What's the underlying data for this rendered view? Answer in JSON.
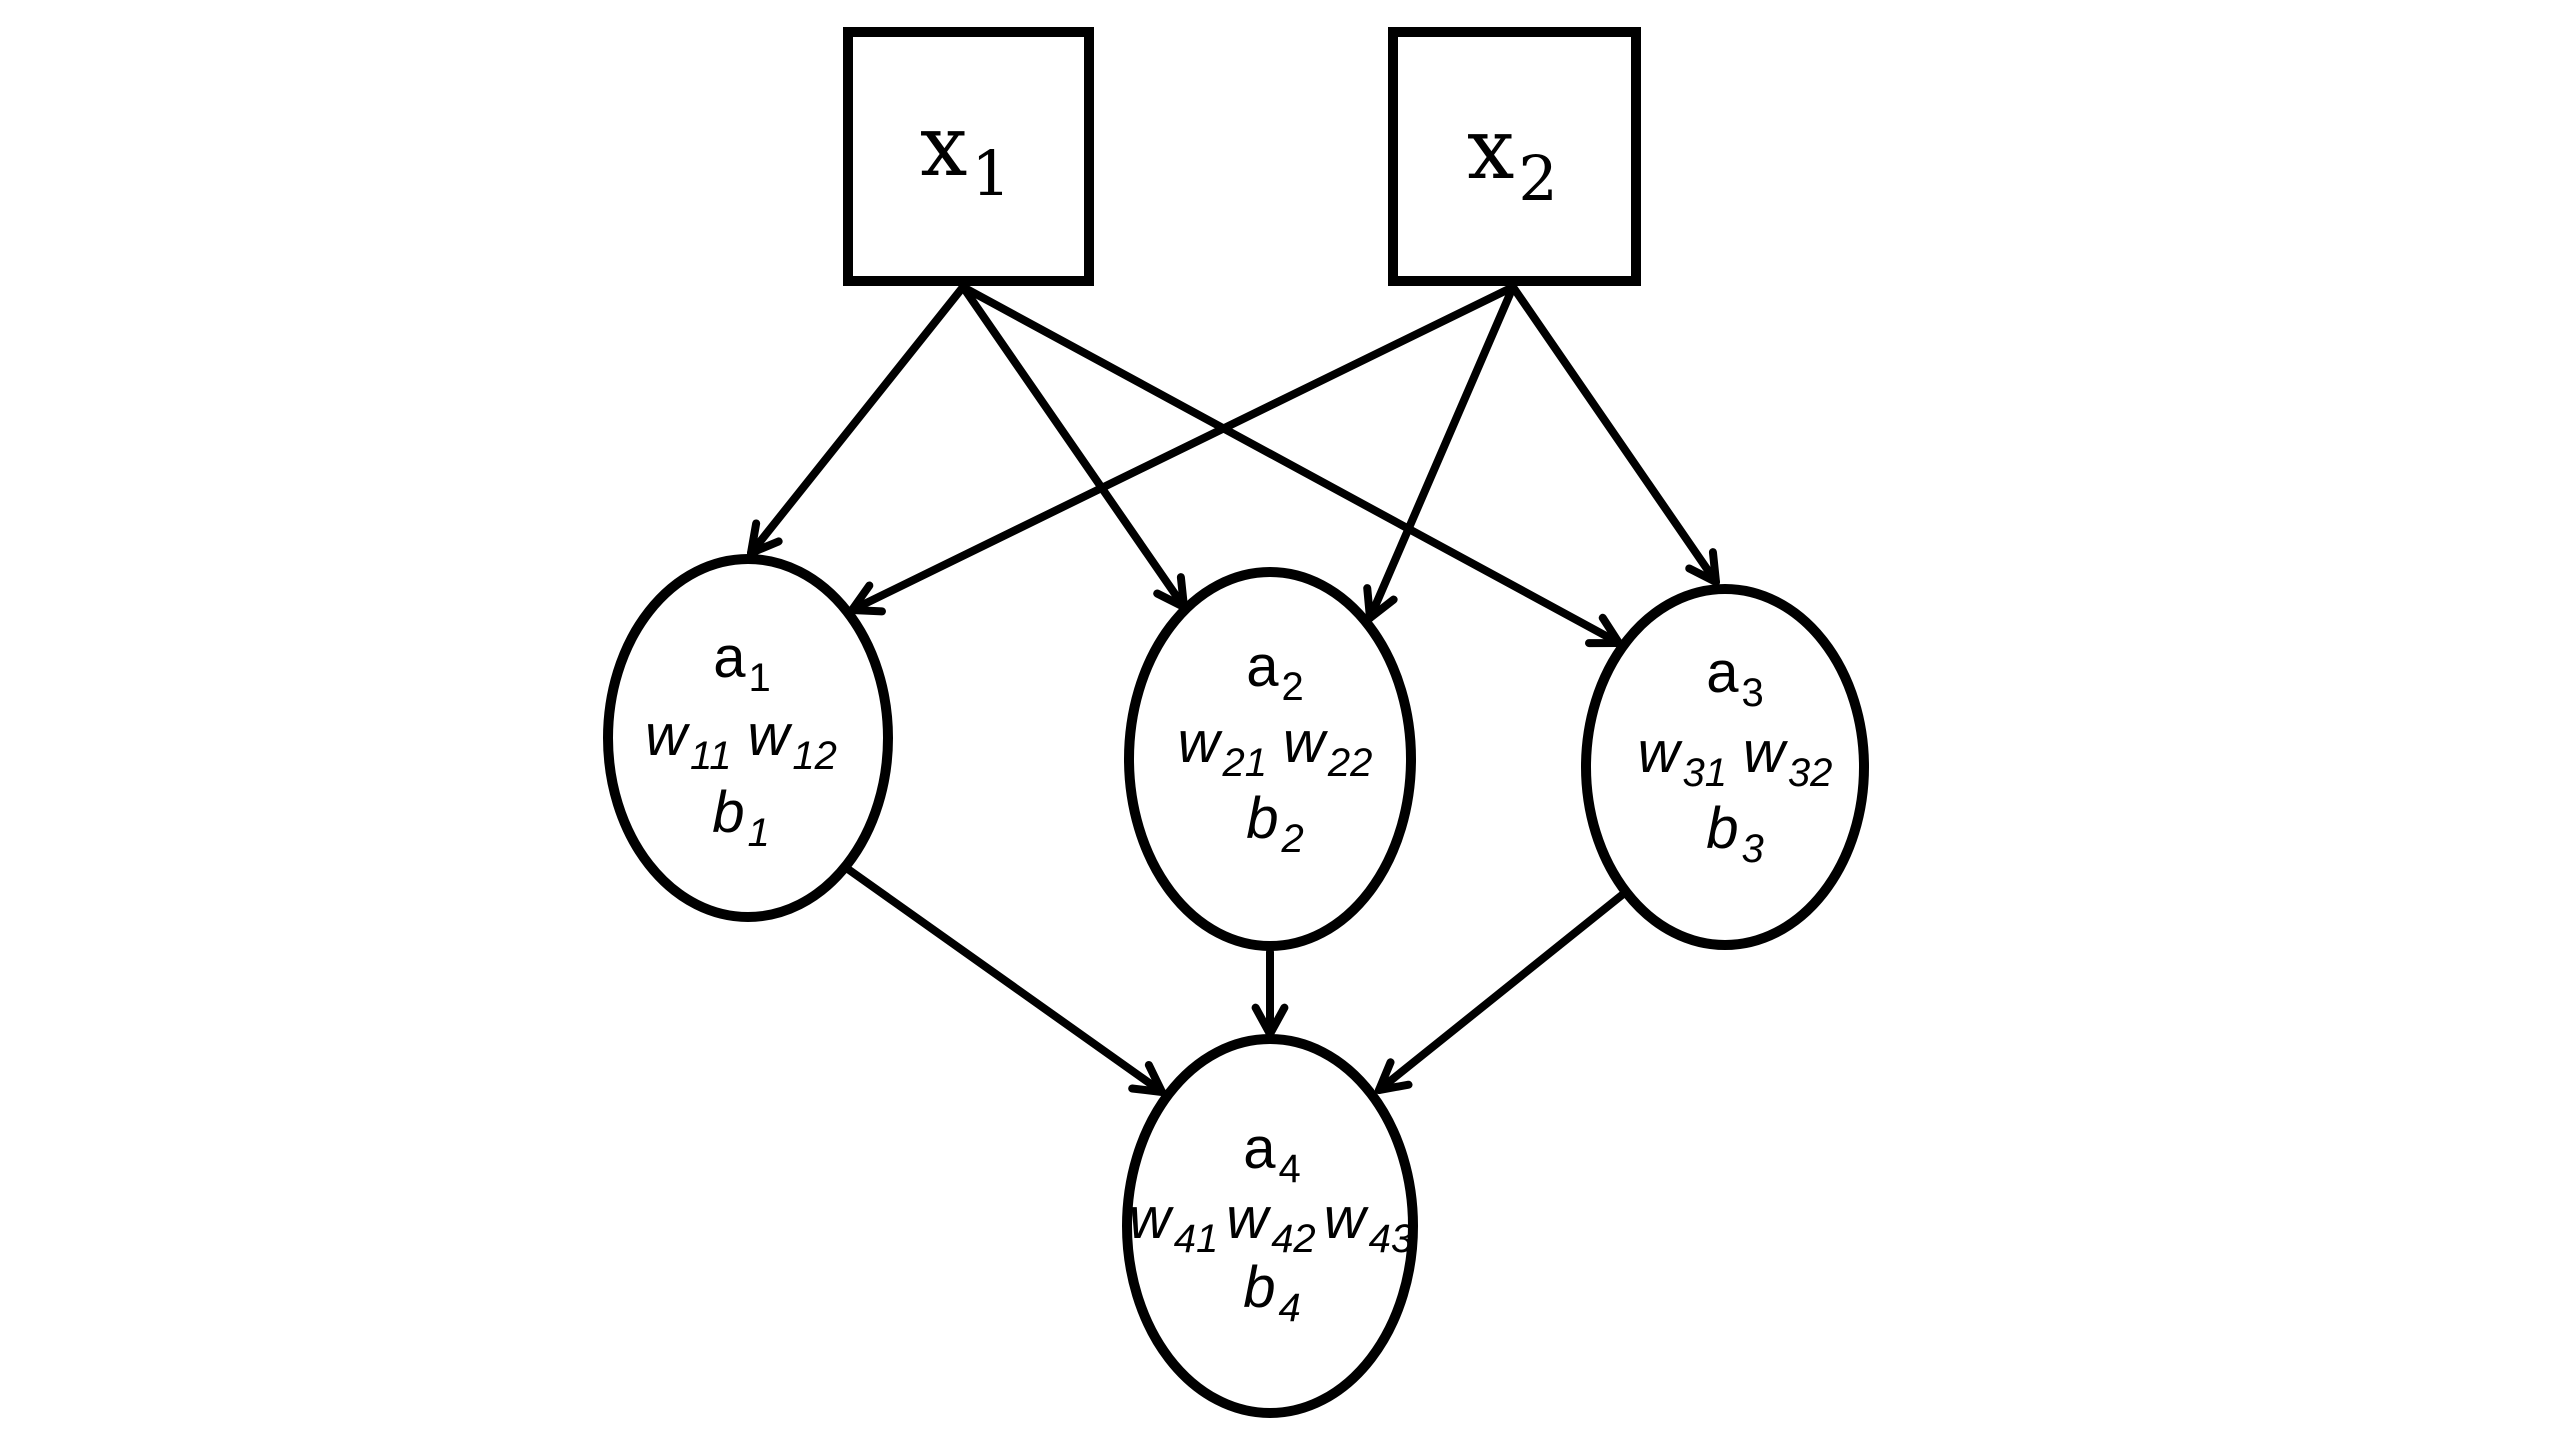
{
  "diagram": {
    "title": "Neural network with 2 inputs, 3 hidden neurons and 1 output neuron",
    "inputs": [
      {
        "id": "x1",
        "symbol": "x",
        "subscript": "1"
      },
      {
        "id": "x2",
        "symbol": "x",
        "subscript": "2"
      }
    ],
    "neurons": [
      {
        "id": "a1",
        "activation": {
          "symbol": "a",
          "subscript": "1"
        },
        "weights": [
          {
            "symbol": "w",
            "subscript": "11"
          },
          {
            "symbol": "w",
            "subscript": "12"
          }
        ],
        "bias": {
          "symbol": "b",
          "subscript": "1"
        }
      },
      {
        "id": "a2",
        "activation": {
          "symbol": "a",
          "subscript": "2"
        },
        "weights": [
          {
            "symbol": "w",
            "subscript": "21"
          },
          {
            "symbol": "w",
            "subscript": "22"
          }
        ],
        "bias": {
          "symbol": "b",
          "subscript": "2"
        }
      },
      {
        "id": "a3",
        "activation": {
          "symbol": "a",
          "subscript": "3"
        },
        "weights": [
          {
            "symbol": "w",
            "subscript": "31"
          },
          {
            "symbol": "w",
            "subscript": "32"
          }
        ],
        "bias": {
          "symbol": "b",
          "subscript": "3"
        }
      },
      {
        "id": "a4",
        "activation": {
          "symbol": "a",
          "subscript": "4"
        },
        "weights": [
          {
            "symbol": "w",
            "subscript": "41"
          },
          {
            "symbol": "w",
            "subscript": "42"
          },
          {
            "symbol": "w",
            "subscript": "43"
          }
        ],
        "bias": {
          "symbol": "b",
          "subscript": "4"
        }
      }
    ],
    "edges": [
      {
        "from": "x1",
        "to": "a1"
      },
      {
        "from": "x1",
        "to": "a2"
      },
      {
        "from": "x1",
        "to": "a3"
      },
      {
        "from": "x2",
        "to": "a1"
      },
      {
        "from": "x2",
        "to": "a2"
      },
      {
        "from": "x2",
        "to": "a3"
      },
      {
        "from": "a1",
        "to": "a4"
      },
      {
        "from": "a2",
        "to": "a4"
      },
      {
        "from": "a3",
        "to": "a4"
      }
    ],
    "colors": {
      "stroke": "#000000",
      "fill": "#ffffff",
      "background": "#ffffff"
    }
  }
}
